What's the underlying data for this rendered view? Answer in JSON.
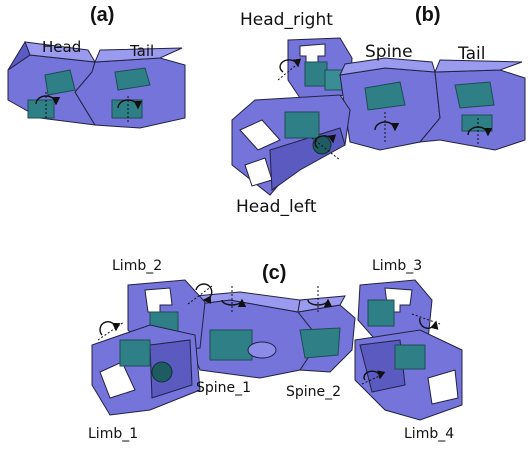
{
  "panels": {
    "a": {
      "tag": "(a)",
      "labels": {
        "head": "Head",
        "tail": "Tail"
      }
    },
    "b": {
      "tag": "(b)",
      "labels": {
        "head_right": "Head_right",
        "head_left": "Head_left",
        "spine": "Spine",
        "tail": "Tail"
      }
    },
    "c": {
      "tag": "(c)",
      "labels": {
        "limb_1": "Limb_1",
        "limb_2": "Limb_2",
        "limb_3": "Limb_3",
        "limb_4": "Limb_4",
        "spine_1": "Spine_1",
        "spine_2": "Spine_2"
      }
    }
  },
  "colors": {
    "module_body": "#6f6fd8",
    "module_light": "#8c8ce8",
    "module_dark": "#4a4ab0",
    "motor": "#2f7f86",
    "outline": "#222244"
  }
}
